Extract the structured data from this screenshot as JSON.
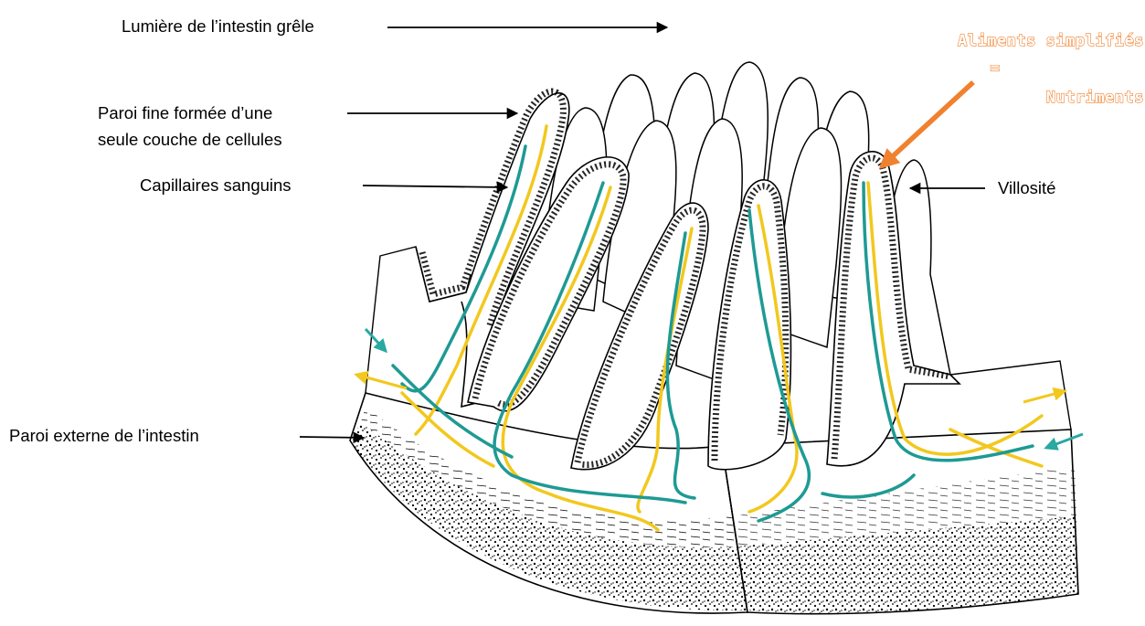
{
  "labels": {
    "lumen": "Lumière de l’intestin grêle",
    "thin_wall_line1": "Paroi fine formée d’une",
    "thin_wall_line2": "seule couche de cellules",
    "capillaries": "Capillaires sanguins",
    "villus": "Villosité",
    "outer_wall": "Paroi externe de l’intestin"
  },
  "annotation": {
    "line1": "Aliments simplifiés",
    "line2": "=",
    "line3": "Nutriments"
  },
  "colors": {
    "blood_capillary": "#1e9a94",
    "lymph_vessel": "#f2c81e",
    "nutrient_arrow": "#f0812e",
    "outline": "#000000"
  }
}
